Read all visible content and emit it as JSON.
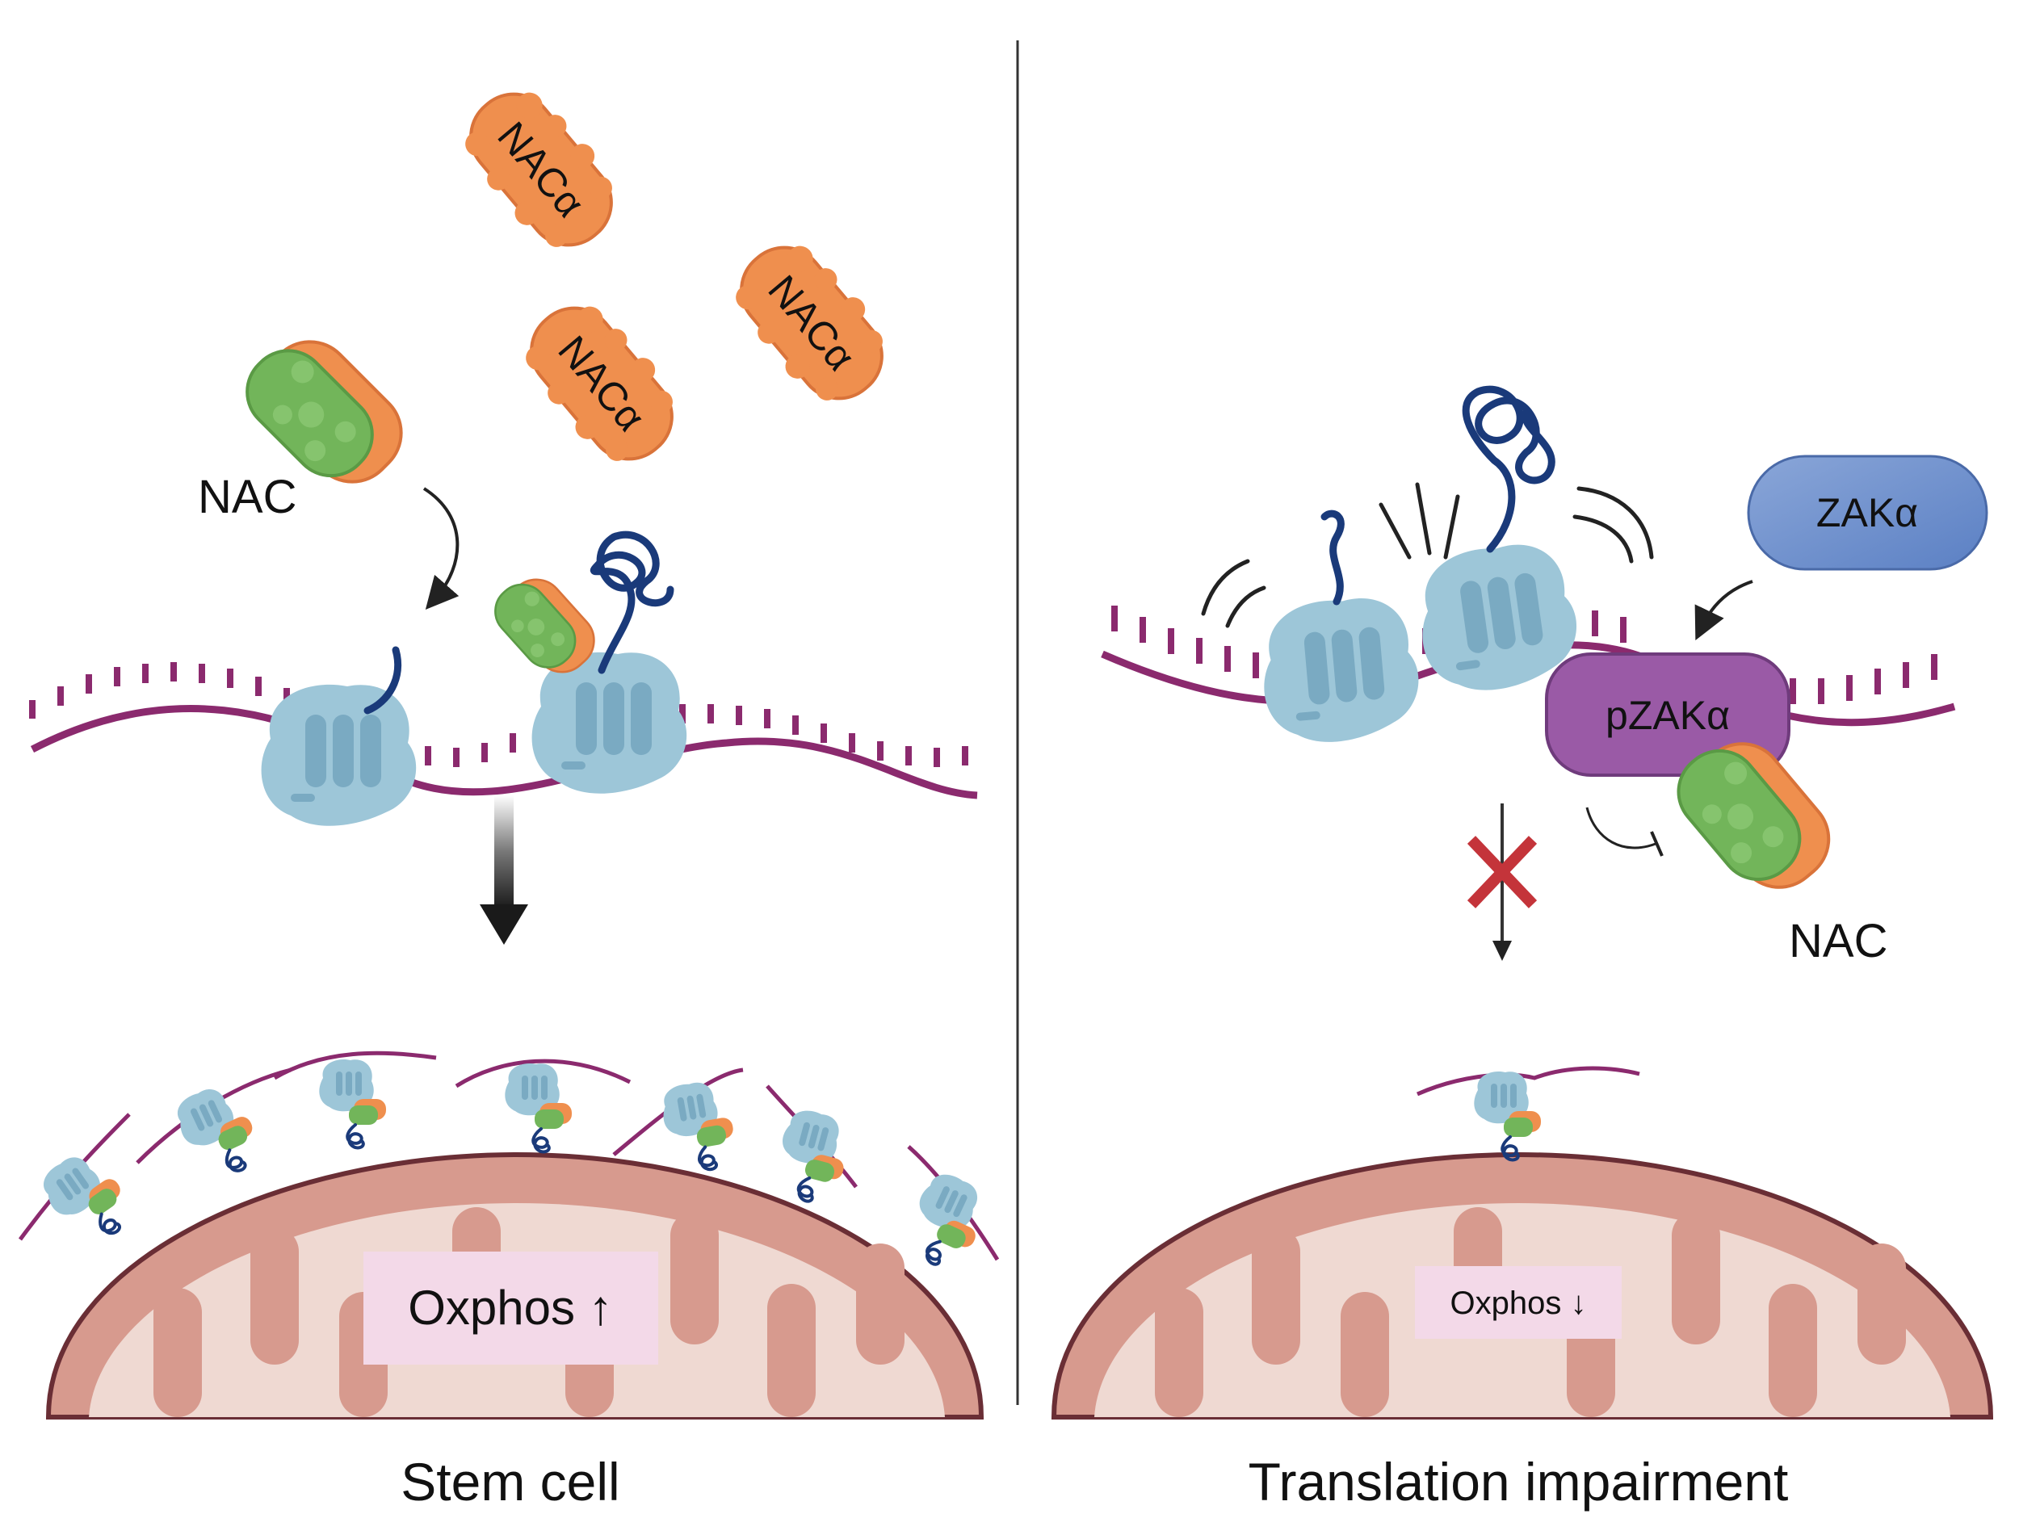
{
  "panels": {
    "left": {
      "caption": "Stem cell",
      "nac_label": "NAC",
      "nac_alpha_label": "NACα",
      "oxphos_label": "Oxphos ↑"
    },
    "right": {
      "caption": "Translation impairment",
      "nac_label": "NAC",
      "zak_label": "ZAKα",
      "pzak_label": "pZAKα",
      "oxphos_label": "Oxphos ↓"
    }
  },
  "colors": {
    "mrna": "#8b2a6e",
    "ribosome": "#9dc6d8",
    "ribosome_dark": "#6f9db5",
    "peptide": "#1a3a7a",
    "nac_alpha": "#ef8f4e",
    "nac_beta": "#72b55a",
    "zak": "#6c8fcc",
    "pzak": "#9a5aa6",
    "mito_outer": "#d79a8e",
    "mito_inner": "#efd9d2",
    "oxphos_box": "#f3d9e8",
    "inhibit_x": "#c4343a"
  },
  "icons": [
    "ribosome-icon",
    "mrna-strand-icon",
    "nascent-peptide-icon",
    "nac-complex-icon",
    "mitochondrion-icon",
    "block-x-icon"
  ]
}
